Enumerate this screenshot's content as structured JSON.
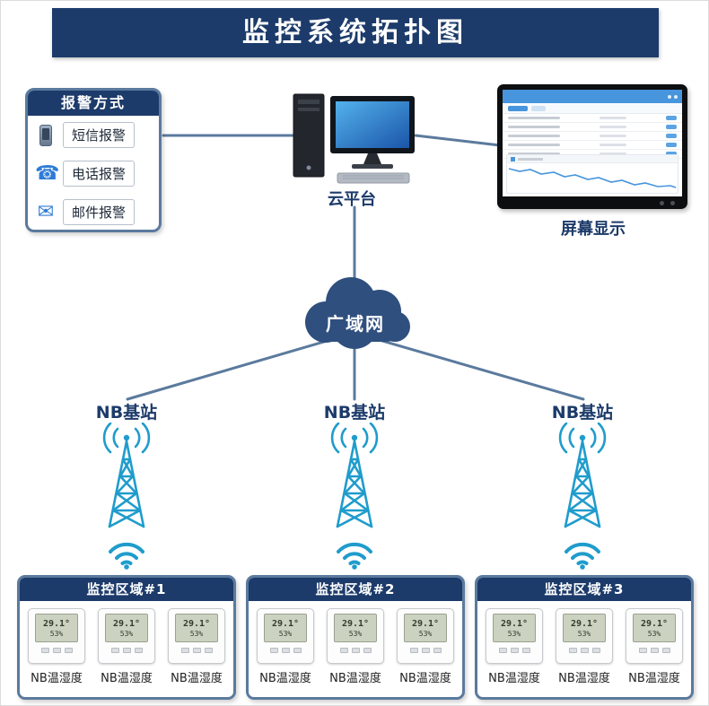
{
  "title": "监控系统拓扑图",
  "alarm": {
    "header": "报警方式",
    "items": [
      {
        "icon": "smartphone-icon",
        "glyph": "",
        "label": "短信报警"
      },
      {
        "icon": "telephone-icon",
        "glyph": "☎",
        "label": "电话报警"
      },
      {
        "icon": "envelope-icon",
        "glyph": "✉",
        "label": "邮件报警"
      }
    ]
  },
  "cloud_platform": {
    "label": "云平台"
  },
  "screen_display": {
    "label": "屏幕显示"
  },
  "wan": {
    "label": "广域网"
  },
  "stations": [
    {
      "label": "NB基站"
    },
    {
      "label": "NB基站"
    },
    {
      "label": "NB基站"
    }
  ],
  "sensor_lcd": {
    "temp": "29.1°",
    "hum": "53%"
  },
  "areas": [
    {
      "title": "监控区域#1",
      "devices": [
        {
          "label": "NB温湿度"
        },
        {
          "label": "NB温湿度"
        },
        {
          "label": "NB温湿度"
        }
      ]
    },
    {
      "title": "监控区域#2",
      "devices": [
        {
          "label": "NB温湿度"
        },
        {
          "label": "NB温湿度"
        },
        {
          "label": "NB温湿度"
        }
      ]
    },
    {
      "title": "监控区域#3",
      "devices": [
        {
          "label": "NB温湿度"
        },
        {
          "label": "NB温湿度"
        },
        {
          "label": "NB温湿度"
        }
      ]
    }
  ],
  "colors": {
    "navy": "#1c3b6a",
    "slate": "#5b7a9d",
    "teal": "#1f9ccc",
    "screen_blue": "#4795dc"
  }
}
